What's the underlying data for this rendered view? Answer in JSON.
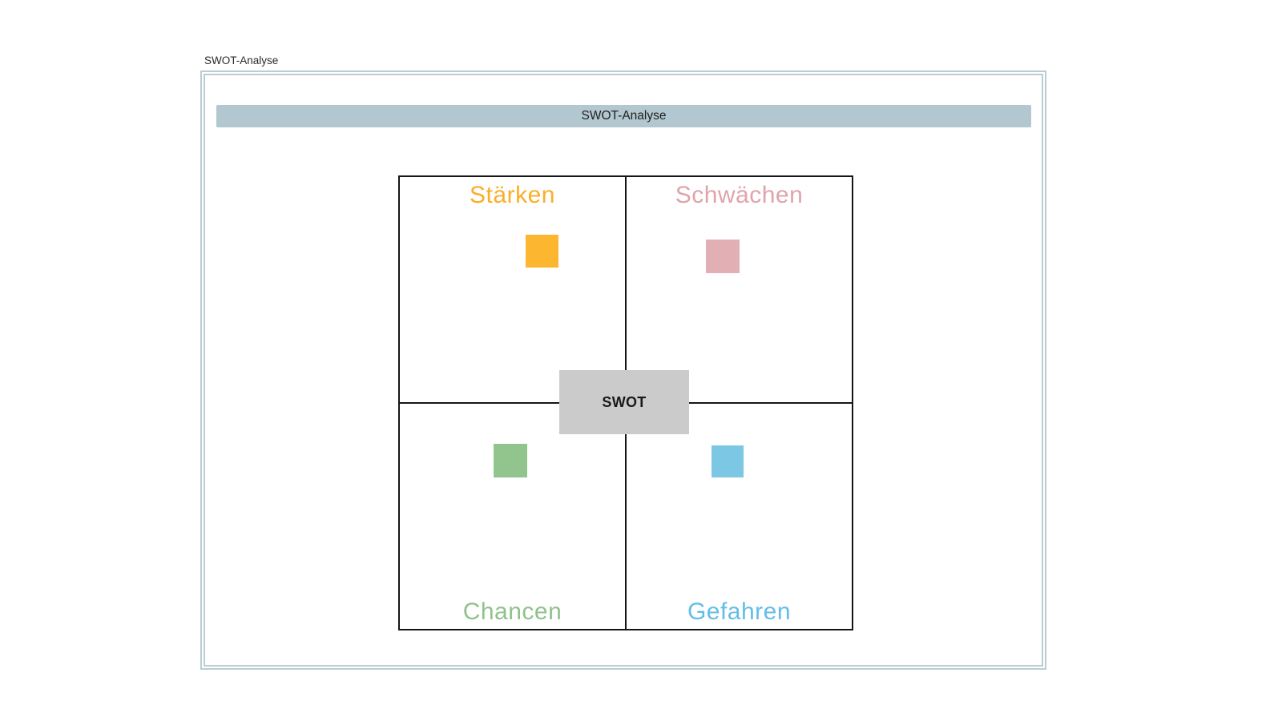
{
  "page": {
    "frame_caption": "SWOT-Analyse",
    "background": "#ffffff",
    "frame_border_color": "#b9cdd4"
  },
  "header": {
    "title": "SWOT-Analyse",
    "bg_color": "#b2c7cf",
    "text_color": "#1f1f1f"
  },
  "matrix": {
    "border_color": "#161616"
  },
  "center_box": {
    "label": "SWOT",
    "bg_color": "#cbcbcb",
    "text_color": "#1a1a1a"
  },
  "quadrants": {
    "top_left": {
      "label": "Stärken",
      "label_color": "#fbae29",
      "marker_color": "#fdb62f"
    },
    "top_right": {
      "label": "Schwächen",
      "label_color": "#dfa4ab",
      "marker_color": "#e2afb5"
    },
    "bottom_left": {
      "label": "Chancen",
      "label_color": "#8fc28c",
      "marker_color": "#92c48e"
    },
    "bottom_right": {
      "label": "Gefahren",
      "label_color": "#63bee7",
      "marker_color": "#7cc7e4"
    }
  }
}
